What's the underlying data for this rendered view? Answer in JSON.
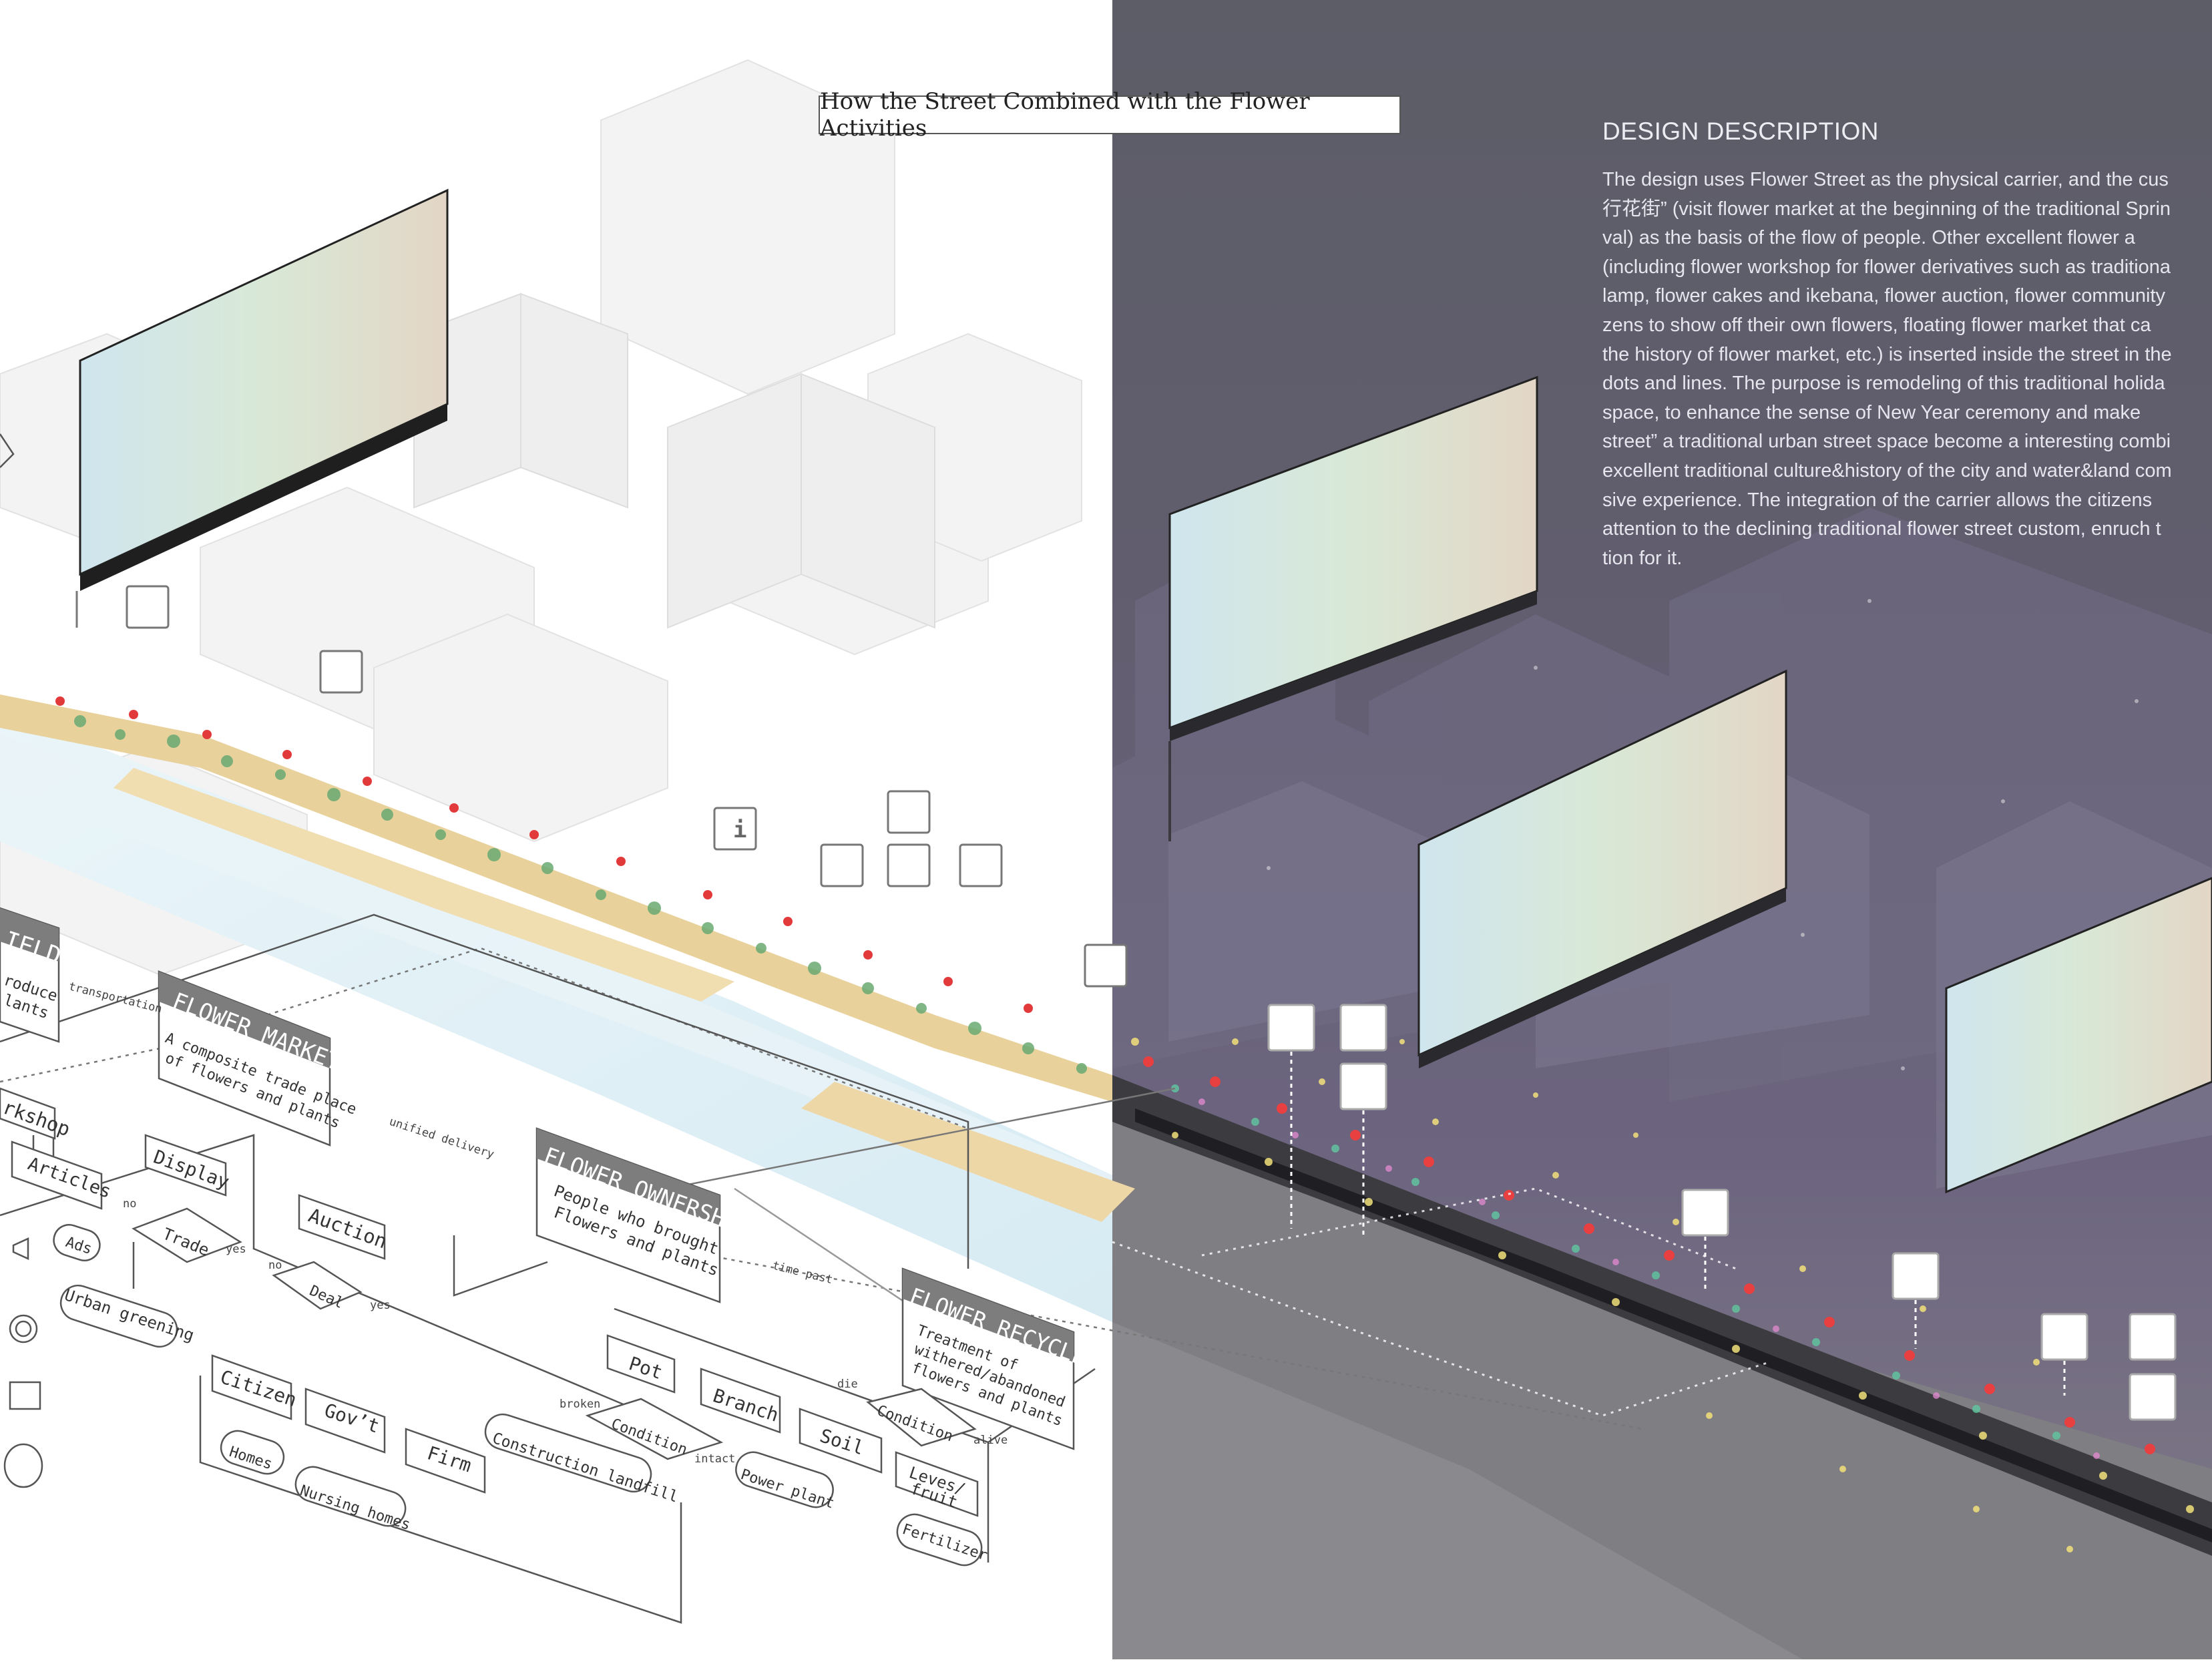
{
  "title": "How the Street Combined with the Flower Activities",
  "description": {
    "heading": "DESIGN DESCRIPTION",
    "lines": [
      "The design uses Flower Street as the physical carrier, and the cus",
      "行花街” (visit flower market at the beginning of the traditional Sprin",
      "val)  as the basis of the flow of people. Other excellent flower a",
      "(including flower workshop for flower derivatives such as traditiona",
      "lamp, flower cakes and ikebana, flower auction, flower community",
      "zens to show off their own flowers, floating flower market that ca",
      "the history of flower market, etc.) is inserted inside the street in the",
      "dots and lines. The purpose is remodeling of this traditional holida",
      "space, to enhance the sense of New Year ceremony and make",
      "street” a traditional urban street space become a interesting combi",
      "excellent traditional culture&history of the city and water&land com",
      "sive experience. The integration of the carrier allows the citizens",
      "attention to the declining traditional flower street custom, enruch t",
      "tion for it."
    ]
  },
  "diagram": {
    "boxes": {
      "field": {
        "title": "IELD",
        "lines": [
          "roduce",
          "lants"
        ]
      },
      "market": {
        "title": "FLOWER MARKET",
        "lines": [
          "A composite trade place",
          "of flowers and plants"
        ]
      },
      "ownership": {
        "title": "FLOWER OWNERSHIP",
        "lines": [
          "People who brought",
          "Flowers and plants"
        ]
      },
      "recycle": {
        "title": "FLOWER RECYCLE",
        "lines": [
          "Treatment of",
          "withered/abandoned",
          "flowers and plants"
        ]
      }
    },
    "nodes": {
      "workshop": "rkshop",
      "articles": "Articles",
      "display": "Display",
      "trade": "Trade",
      "auction": "Auction",
      "deal": "Deal",
      "ads": "Ads",
      "urban_greening": "Urban greening",
      "citizen": "Citizen",
      "govt": "Gov’t",
      "firm": "Firm",
      "homes": "Homes",
      "nursing_homes": "Nursing homes",
      "pot": "Pot",
      "branch": "Branch",
      "condition_a": "Condition",
      "construction_landfill": "Construction landfill",
      "power_plant": "Power plant",
      "soil": "Soil",
      "condition_b": "Condition",
      "leves_fruit_1": "Leves/",
      "leves_fruit_2": "fruit",
      "fertilizer": "Fertilizer"
    },
    "edge_labels": {
      "transportation": "transportation",
      "unified_delivery": "unified delivery",
      "time_past": "time past",
      "no_1": "no",
      "yes_1": "yes",
      "no_2": "no",
      "yes_2": "yes",
      "broken": "broken",
      "intact": "intact",
      "die": "die",
      "alive": "alive"
    }
  },
  "signs": {
    "info": "i"
  },
  "colors": {
    "night": "#5b5c66",
    "night_purple": "#6e6680",
    "lantern": "#e23a3a",
    "firefly": "#f2e07a",
    "water": "#dff0f6",
    "deck": "#e8cf9a",
    "greenery": "#5aa66a"
  }
}
